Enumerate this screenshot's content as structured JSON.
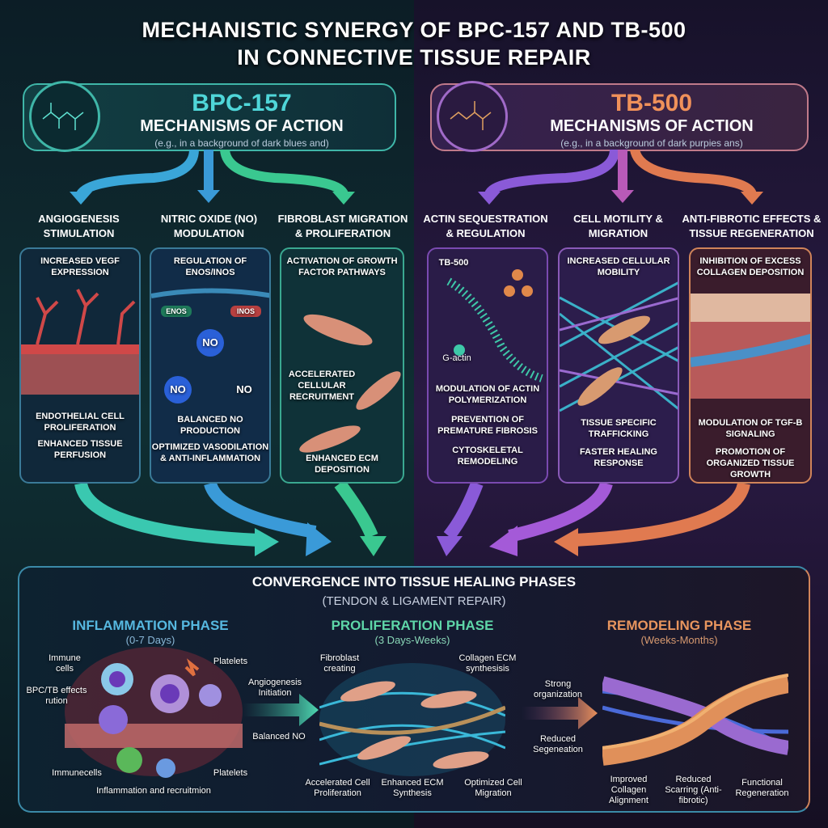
{
  "title": {
    "line1": "MECHANISTIC SYNERGY OF BPC-157 AND TB-500",
    "line2": "IN CONNECTIVE TISSUE REPAIR"
  },
  "bpc": {
    "name": "BPC-157",
    "subtitle": "MECHANISMS OF ACTION",
    "note": "(e.g., in a background of dark blues and)",
    "color": "#4fd6d8",
    "columns": [
      {
        "heading": "ANGIOGENESIS STIMULATION",
        "top": "INCREASED VEGF EXPRESSION",
        "mid": "ENDOTHELIAL CELL PROLIFERATION",
        "bottom": "ENHANCED TISSUE PERFUSION"
      },
      {
        "heading": "NITRIC OXIDE (NO) MODULATION",
        "top": "REGULATION OF eNOS/iNOS",
        "enos": "eNOS",
        "inos": "iNOS",
        "no": "NO",
        "mid": "BALANCED NO PRODUCTION",
        "bottom": "OPTIMIZED VASODILATION & ANTI-INFLAMMATION"
      },
      {
        "heading": "FIBROBLAST MIGRATION & PROLIFERATION",
        "top": "ACTIVATION OF GROWTH FACTOR PATHWAYS",
        "mid": "ACCELERATED CELLULAR RECRUITMENT",
        "bottom": "ENHANCED ECM DEPOSITION"
      }
    ]
  },
  "tb": {
    "name": "TB-500",
    "subtitle": "MECHANISMS OF ACTION",
    "note": "(e.g., in a background of dark purpies ans)",
    "color": "#f0915a",
    "columns": [
      {
        "heading": "ACTIN SEQUESTRATION & REGULATION",
        "label_tb": "TB-500",
        "label_gactin": "G-actin",
        "mid": "MODULATION OF ACTIN POLYMERIZATION",
        "mid2": "PREVENTION OF PREMATURE FIBROSIS",
        "bottom": "CYTOSKELETAL REMODELING"
      },
      {
        "heading": "CELL MOTILITY & MIGRATION",
        "top": "INCREASED CELLULAR MOBILITY",
        "mid": "TISSUE SPECIFIC TRAFFICKING",
        "bottom": "FASTER HEALING RESPONSE"
      },
      {
        "heading": "ANTI-FIBROTIC EFFECTS & TISSUE REGENERATION",
        "top": "INHIBITION OF EXCESS COLLAGEN DEPOSITION",
        "mid": "MODULATION OF TGF-β SIGNALING",
        "bottom": "PROMOTION OF ORGANIZED TISSUE GROWTH"
      }
    ]
  },
  "convergence": {
    "title": "CONVERGENCE INTO TISSUE HEALING PHASES",
    "subtitle": "(TENDON & LIGAMENT REPAIR)"
  },
  "phases": [
    {
      "name": "INFLAMMATION PHASE",
      "days": "(0-7 Days)",
      "color": "#56b8e0",
      "labels": [
        "Immune cells",
        "Platelets",
        "BPC/TB effects rution",
        "Immunecells",
        "Platelets",
        "Inflammation and recruitmion"
      ]
    },
    {
      "name": "PROLIFERATION PHASE",
      "days": "(3 Days-Weeks)",
      "color": "#5ed6a8",
      "labels": [
        "Fibroblast creating",
        "Collagen ECM synthesisis",
        "Accelerated Cell Proliferation",
        "Enhanced ECM Synthesis",
        "Optimized Cell Migration"
      ]
    },
    {
      "name": "REMODELING PHASE",
      "days": "(Weeks-Months)",
      "color": "#e8955e",
      "labels": [
        "Improved Collagen Alignment",
        "Reduced Scarring (Anti-fibrotic)",
        "Functional Regeneration"
      ]
    }
  ],
  "transitions": [
    {
      "above": "Angiogenesis Initiation",
      "below": "Balanced NO"
    },
    {
      "above": "Strong organization",
      "below": "Reduced Segeneation"
    }
  ]
}
